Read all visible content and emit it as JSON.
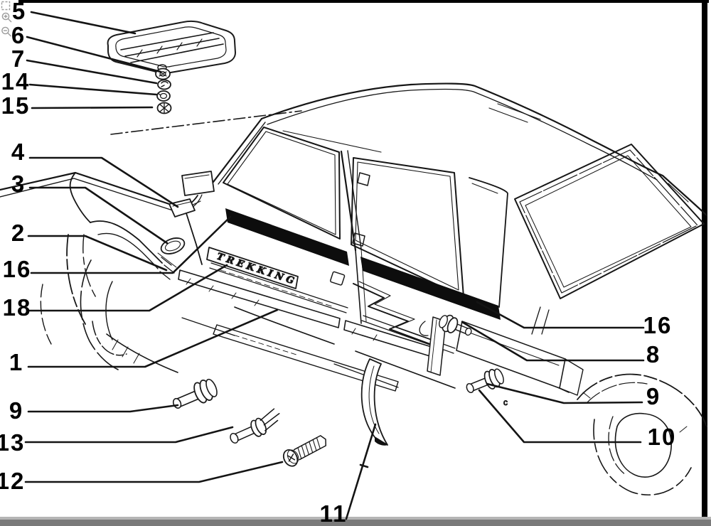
{
  "viewer": {
    "toolbar": [
      {
        "icon": "selection-marquee-icon"
      },
      {
        "icon": "zoom-in-icon"
      },
      {
        "icon": "zoom-out-icon"
      }
    ]
  },
  "diagram": {
    "badge_text": "TREKKING",
    "annotation_letter": "c",
    "callouts": {
      "c5": "5",
      "c6": "6",
      "c7": "7",
      "c14": "14",
      "c15": "15",
      "c4": "4",
      "c3": "3",
      "c2": "2",
      "c16_left": "16",
      "c18": "18",
      "c1": "1",
      "c9_left": "9",
      "c13": "13",
      "c12": "12",
      "c11": "11",
      "c16_right": "16",
      "c8": "8",
      "c9_right": "9",
      "c10": "10"
    }
  }
}
